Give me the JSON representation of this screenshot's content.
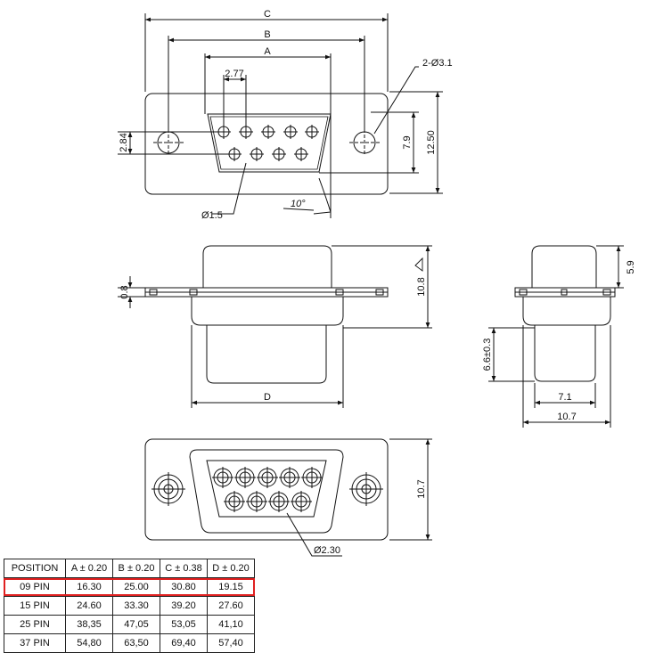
{
  "labels": {
    "c": "C",
    "b": "B",
    "a": "A",
    "pitch": "2.77",
    "mount_holes": "2-Ø3.1",
    "row_offset": "2.84",
    "row_spacing": "7.9",
    "height": "12.50",
    "angle": "10°",
    "pin_dia": "Ø1.5",
    "flange_thickness": "0.8",
    "body_height": "10.8",
    "d": "D",
    "side_top": "5.9",
    "side_depth": "6.6±0.3",
    "side_inner": "7.1",
    "side_outer": "10.7",
    "bottom_height": "10.7",
    "bottom_pin_dia": "Ø2.30"
  },
  "table": {
    "headers": [
      "POSITION",
      "A ± 0.20",
      "B ± 0.20",
      "C ± 0.38",
      "D ± 0.20"
    ],
    "rows": [
      [
        "09 PIN",
        "16.30",
        "25.00",
        "30.80",
        "19.15"
      ],
      [
        "15 PIN",
        "24.60",
        "33.30",
        "39.20",
        "27.60"
      ],
      [
        "25 PIN",
        "38,35",
        "47,05",
        "53,05",
        "41,10"
      ],
      [
        "37 PIN",
        "54,80",
        "63,50",
        "69,40",
        "57,40"
      ]
    ],
    "highlight_row": 0,
    "highlight_color": "#e02020"
  }
}
